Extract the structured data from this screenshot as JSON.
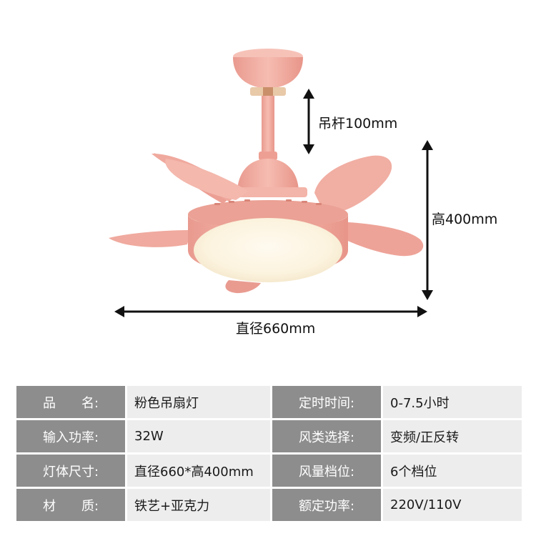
{
  "product_figure": {
    "name": "pink-ceiling-fan-light",
    "main_color": "#f1aea3",
    "dimensions": {
      "rod": "吊杆100mm",
      "height": "高400mm",
      "diameter": "直径660mm"
    }
  },
  "specs": [
    {
      "label1": "品　　名:",
      "value1": "粉色吊扇灯",
      "label2": "定时时间:",
      "value2": "0-7.5小时"
    },
    {
      "label1": "输入功率:",
      "value1": "32W",
      "label2": "风类选择:",
      "value2": "变频/正反转"
    },
    {
      "label1": "灯体尺寸:",
      "value1": "直径660*高400mm",
      "label2": "风量档位:",
      "value2": "6个档位"
    },
    {
      "label1": "材　　质:",
      "value1": "铁艺+亚克力",
      "label2": "额定功率:",
      "value2": "220V/110V"
    }
  ],
  "colors": {
    "label_cell_bg": "#8d8d8d",
    "value_cell_bg": "#ededed",
    "fan_pink": "#f1aea3",
    "lamp_glow": "#fcf3de"
  }
}
